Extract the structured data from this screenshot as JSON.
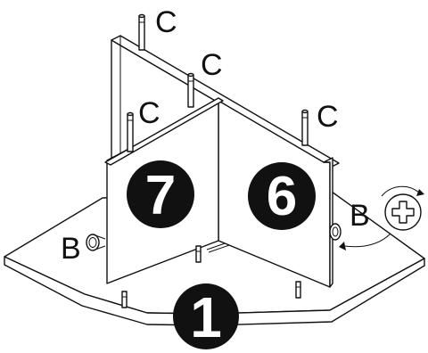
{
  "labels": {
    "dowel": "C",
    "cam": "B"
  },
  "parts": {
    "base": "1",
    "left_panel": "7",
    "right_panel": "6"
  }
}
